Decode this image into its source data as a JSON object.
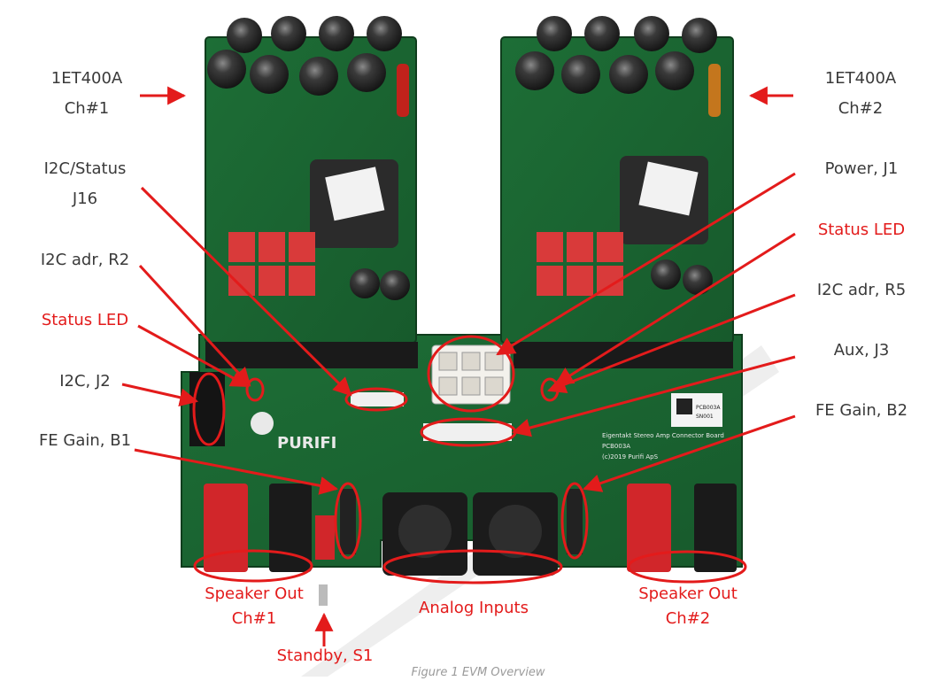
{
  "board": {
    "logo_text": "PURIFI",
    "silk_lines": [
      "Eigentakt Stereo Amp Connector Board",
      "PCB003A",
      "(c)2019 Purifi ApS"
    ],
    "qr_label_lines": [
      "PCB003A",
      "SN001"
    ]
  },
  "labels": {
    "ch1_module": [
      "1ET400A",
      "Ch#1"
    ],
    "ch2_module": [
      "1ET400A",
      "Ch#2"
    ],
    "i2c_status": [
      "I2C/Status",
      "J16"
    ],
    "i2c_adr_r2": "I2C adr, R2",
    "status_led_left": "Status LED",
    "i2c_j2": "I2C, J2",
    "fe_gain_b1": "FE Gain, B1",
    "power_j1": "Power, J1",
    "status_led_right": "Status LED",
    "i2c_adr_r5": "I2C adr, R5",
    "aux_j3": "Aux, J3",
    "fe_gain_b2": "FE Gain, B2",
    "speaker_out_ch1": [
      "Speaker Out",
      "Ch#1"
    ],
    "analog_inputs": "Analog Inputs",
    "speaker_out_ch2": [
      "Speaker Out",
      "Ch#2"
    ],
    "standby_s1": "Standby, S1"
  },
  "caption": "Figure 1 EVM Overview",
  "colors": {
    "annotation": "#e31b1b",
    "pcb": "#1f6b34",
    "text": "#3a3a3a"
  }
}
